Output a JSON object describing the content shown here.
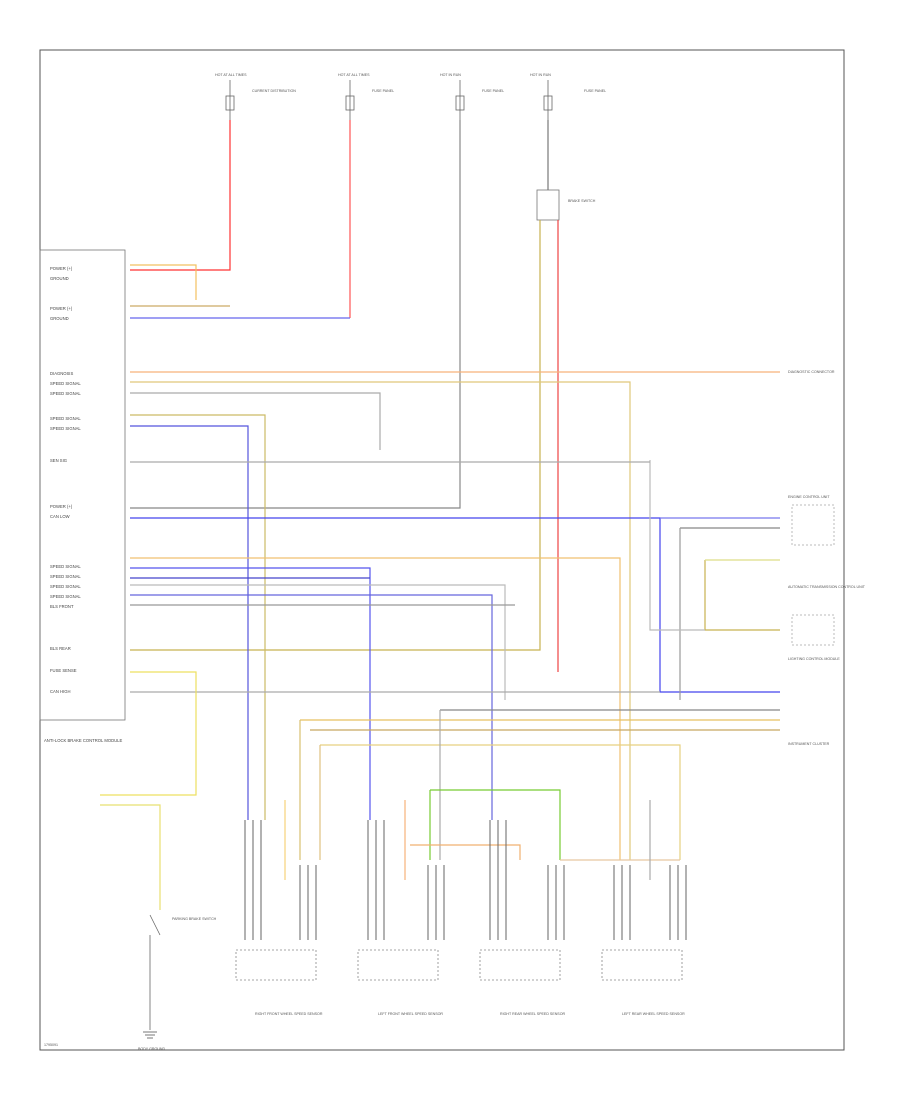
{
  "diagram": {
    "footer_code": "1795091",
    "top_fuses": [
      "HOT AT ALL TIMES",
      "HOT AT ALL TIMES",
      "HOT IN RUN",
      "HOT IN RUN"
    ],
    "top_fuse_labels": [
      "CURRENT DISTRIBUTION",
      "FUSE PANEL",
      "FUSE PANEL",
      "FUSE PANEL"
    ],
    "brake_switch": "BRAKE SWITCH",
    "module": {
      "title": "ANTI-LOCK BRAKE CONTROL MODULE",
      "pins": [
        "POWER (+)",
        "GROUND",
        "POWER (+)",
        "GROUND",
        "DIAGNOSIS",
        "SPEED SIGNAL",
        "SPEED SIGNAL",
        "SPEED SIGNAL",
        "SPEED SIGNAL",
        "SEN SIG",
        "POWER (+)",
        "CAN LOW",
        "SPEED SIGNAL",
        "SPEED SIGNAL",
        "SPEED SIGNAL",
        "SPEED SIGNAL",
        "BLS FRONT",
        "BLS REAR",
        "FUSE SENSE",
        "CAN HIGH"
      ]
    },
    "right_labels": [
      "DIAGNOSTIC CONNECTOR",
      "ENGINE CONTROL UNIT",
      "AUTOMATIC TRANSMISSION CONTROL UNIT",
      "LIGHTING CONTROL MODULE",
      "INSTRUMENT CLUSTER"
    ],
    "sensors": [
      "RIGHT FRONT WHEEL SPEED SENSOR",
      "LEFT FRONT WHEEL SPEED SENSOR",
      "RIGHT REAR WHEEL SPEED SENSOR",
      "LEFT REAR WHEEL SPEED SENSOR"
    ],
    "switch_label": "PARKING BRAKE SWITCH",
    "ground_label": "BODY GROUND"
  }
}
